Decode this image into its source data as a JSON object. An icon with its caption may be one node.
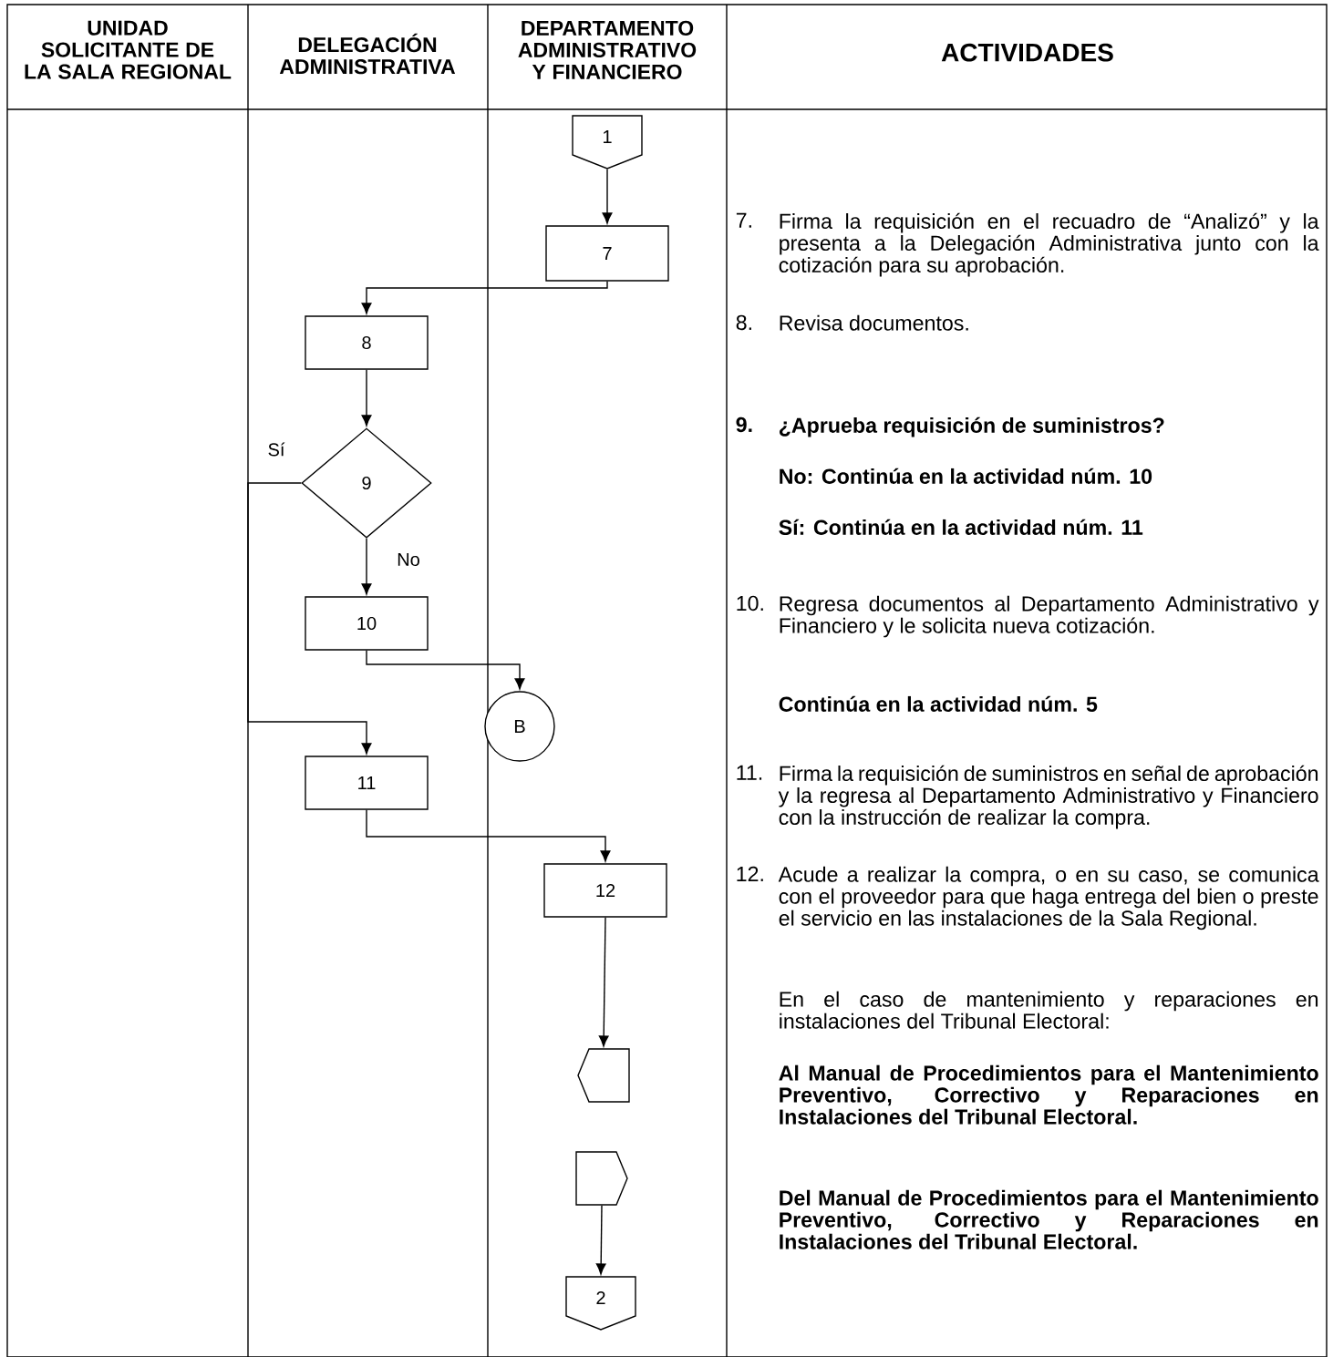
{
  "diagram": {
    "nodes": [
      {
        "text": [
          "1"
        ]
      },
      {
        "text": [
          "7"
        ]
      },
      {
        "text": [
          "8"
        ]
      },
      {
        "text": [
          "9"
        ]
      },
      {
        "text": [
          "10"
        ]
      },
      {
        "text": [
          "B"
        ]
      },
      {
        "text": [
          "11"
        ]
      },
      {
        "text": [
          "12"
        ]
      },
      {
        "text": [],
        "shape": "pentagon"
      },
      {
        "text": [],
        "shape": "pentagon"
      },
      {
        "text": [
          "2"
        ]
      }
    ],
    "edges": [
      {
        "from": 0,
        "to": 1,
        "arrow": "to"
      },
      {
        "from": 1,
        "to": 2,
        "arrow": "to"
      },
      {
        "from": 2,
        "to": 3,
        "arrow": "to"
      },
      {
        "from": 3,
        "to": 4,
        "arrow": "to",
        "label": "No"
      },
      {
        "from": 3,
        "to": 6,
        "arrow": "to",
        "label": "Sí"
      },
      {
        "from": 4,
        "to": 5,
        "arrow": "to"
      },
      {
        "from": 6,
        "to": 7,
        "arrow": "to"
      },
      {
        "from": 7,
        "to": 8,
        "arrow": "to"
      },
      {
        "from": 9,
        "to": 10,
        "arrow": "to"
      }
    ],
    "labels": [
      "UNIDAD SOLICITANTE DE LA SALA REGIONAL",
      "DELEGACIÓN ADMINISTRATIVA",
      "DEPARTAMENTO ADMINISTRATIVO Y FINANCIERO",
      "ACTIVIDADES",
      "7.",
      "Firma la requisición en el recuadro de “Analizó” y la presenta a la Delegación Administrativa junto con la cotización para su aprobación.",
      "8.",
      "Revisa documentos.",
      "9.",
      "¿Aprueba requisición de suministros?",
      "No: Continúa en la actividad núm. 10",
      "Sí: Continúa en la actividad núm. 11",
      "10.",
      "Regresa documentos al Departamento Administrativo y Financiero y le solicita nueva cotización.",
      "Continúa en la actividad núm. 5",
      "11.",
      "Firma la requisición de suministros en señal de aprobación y la regresa al Departamento Administrativo y Financiero con la instrucción de realizar la compra.",
      "12.",
      "Acude a realizar la compra, o en su caso, se comunica con el proveedor para que haga entrega del bien o preste el servicio en las instalaciones de la Sala Regional.",
      "En el caso de mantenimiento y reparaciones en instalaciones del Tribunal Electoral:",
      "Al Manual de Procedimientos para el Mantenimiento Preventivo, Correctivo y Reparaciones en Instalaciones del Tribunal Electoral.",
      "Del Manual de Procedimientos para el Mantenimiento Preventivo, Correctivo y Reparaciones en Instalaciones del Tribunal Electoral."
    ]
  }
}
